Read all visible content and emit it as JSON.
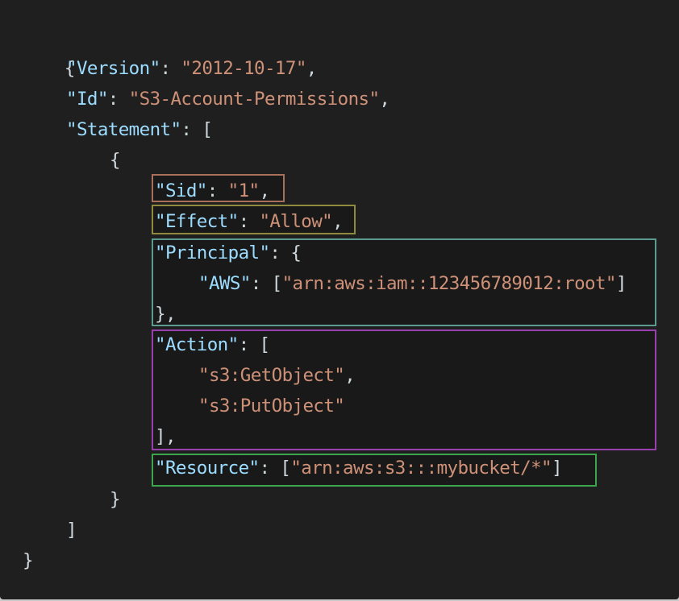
{
  "colors": {
    "background": "#1f1f1f",
    "key": "#9cdcfe",
    "string": "#ce9178",
    "punctuation": "#cfd8dc",
    "box_sid": "#a8705a",
    "box_effect": "#8f8a3e",
    "box_principal": "#5d9a8f",
    "box_action": "#9a3fae",
    "box_resource": "#3ea54f"
  },
  "policy": {
    "open_brace": "{",
    "close_brace": "}",
    "version": {
      "key": "\"Version\"",
      "sep": ": ",
      "value": "\"2012-10-17\"",
      "tail": ","
    },
    "id": {
      "key": "\"Id\"",
      "sep": ": ",
      "value": "\"S3-Account-Permissions\"",
      "tail": ","
    },
    "statement": {
      "key": "\"Statement\"",
      "sep": ": ",
      "open": "[",
      "close": "]"
    },
    "statement_item": {
      "open": "{",
      "close": "}"
    },
    "sid": {
      "key": "\"Sid\"",
      "sep": ": ",
      "value": "\"1\"",
      "tail": ","
    },
    "effect": {
      "key": "\"Effect\"",
      "sep": ": ",
      "value": "\"Allow\"",
      "tail": ","
    },
    "principal": {
      "key": "\"Principal\"",
      "sep": ": ",
      "open": "{",
      "close": "},",
      "aws": {
        "key": "\"AWS\"",
        "sep": ": ",
        "open": "[",
        "value": "\"arn:aws:iam::123456789012:root\"",
        "close": "]"
      }
    },
    "action": {
      "key": "\"Action\"",
      "sep": ": ",
      "open": "[",
      "close": "],",
      "items": [
        {
          "value": "\"s3:GetObject\"",
          "tail": ","
        },
        {
          "value": "\"s3:PutObject\"",
          "tail": ""
        }
      ]
    },
    "resource": {
      "key": "\"Resource\"",
      "sep": ": ",
      "open": "[",
      "value": "\"arn:aws:s3:::mybucket/*\"",
      "close": "]"
    }
  }
}
